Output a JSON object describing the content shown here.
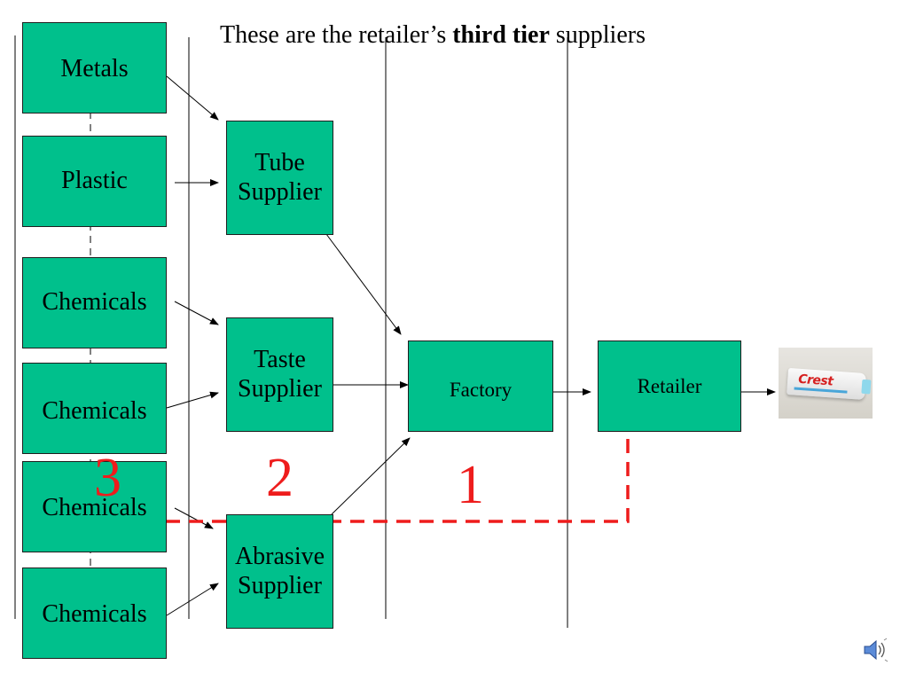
{
  "title": {
    "prefix": "These are the retailer’s ",
    "emphasis": "third tier",
    "suffix": " suppliers"
  },
  "raw_materials": {
    "metals": "Metals",
    "plastic": "Plastic",
    "chemicals_1": "Chemicals",
    "chemicals_2": "Chemicals",
    "chemicals_3": "Chemicals",
    "chemicals_4": "Chemicals"
  },
  "suppliers": {
    "tube": "Tube Supplier",
    "taste": "Taste Supplier",
    "abrasive": "Abrasive Supplier"
  },
  "factory": "Factory",
  "retailer": "Retailer",
  "tier_numbers": {
    "third": "3",
    "second": "2",
    "first": "1"
  },
  "product": {
    "brand": "Crest"
  },
  "colors": {
    "box_fill": "#00c08c",
    "tier_red": "#ee1c1c"
  },
  "icons": [
    "speaker-icon",
    "toothpaste-product-image"
  ]
}
